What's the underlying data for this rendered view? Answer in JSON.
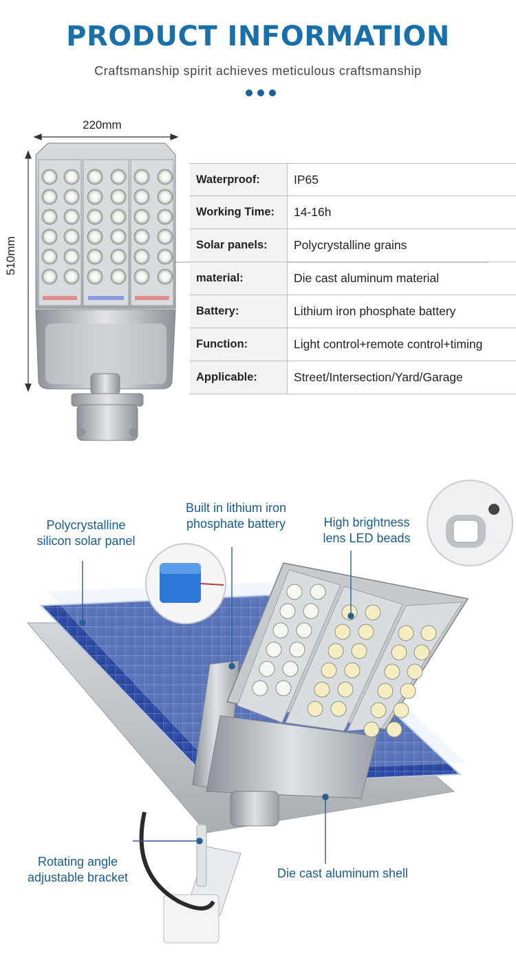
{
  "header": {
    "title": "PRODUCT INFORMATION",
    "subtitle": "Craftsmanship spirit achieves meticulous craftsmanship"
  },
  "dimensions": {
    "width": "220mm",
    "height": "510mm"
  },
  "specs": [
    {
      "label": "Waterproof:",
      "value": "IP65"
    },
    {
      "label": "Working Time:",
      "value": "14-16h"
    },
    {
      "label": "Solar panels:",
      "value": "Polycrystalline grains"
    },
    {
      "label": "material:",
      "value": "Die cast aluminum material"
    },
    {
      "label": "Battery:",
      "value": "Lithium iron phosphate battery"
    },
    {
      "label": "Function:",
      "value": "Light control+remote control+timing"
    },
    {
      "label": "Applicable:",
      "value": "Street/Intersection/Yard/Garage"
    }
  ],
  "callouts": {
    "solar_panel": {
      "line1": "Polycrystalline",
      "line2": "silicon solar panel"
    },
    "battery": {
      "line1": "Built in lithium iron",
      "line2": "phosphate battery"
    },
    "beads": {
      "line1": "High brightness",
      "line2": "lens LED beads"
    },
    "bracket": {
      "line1": "Rotating angle",
      "line2": "adjustable bracket"
    },
    "shell": {
      "line1": "Die cast aluminum shell"
    }
  },
  "colors": {
    "accent": "#1a6fa8",
    "callout_text": "#1a5b8c",
    "panel_blue": "#2f4ea8",
    "aluminum": "#b9bdc2"
  }
}
